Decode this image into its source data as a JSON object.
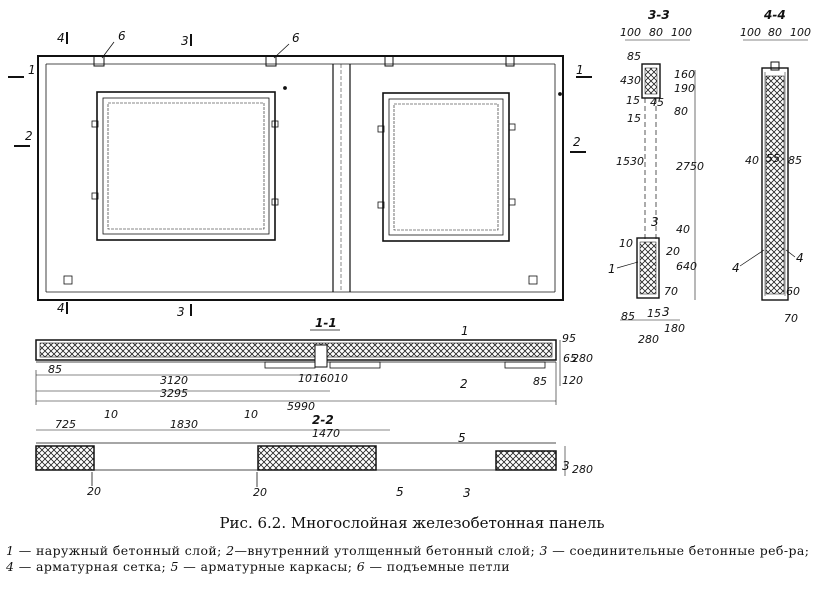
{
  "figure": {
    "caption": "Рис. 6.2. Многослойная железобетонная панель",
    "legend": [
      {
        "num": "1",
        "text": "— наружный бетонный слой;"
      },
      {
        "num": "2",
        "text": "—внутренний утолщенный бетонный слой;"
      },
      {
        "num": "3",
        "text": "— соединительные бетонные реб-ра;"
      },
      {
        "num": "4",
        "text": "— арматурная сетка;"
      },
      {
        "num": "5",
        "text": "— арматурные каркасы;"
      },
      {
        "num": "6",
        "text": "— подъемные петли"
      }
    ]
  },
  "elevation": {
    "cut_marks": [
      "1",
      "1",
      "2",
      "2",
      "3",
      "3",
      "4",
      "4"
    ],
    "loop_labels": [
      "6",
      "6"
    ]
  },
  "section_1_1": {
    "title": "1-1",
    "dims": [
      "85",
      "3120",
      "3295",
      "5990",
      "10",
      "160",
      "10",
      "85",
      "95",
      "65",
      "280",
      "120"
    ],
    "labels": [
      "1",
      "2"
    ]
  },
  "section_2_2": {
    "title": "2-2",
    "dims": [
      "725",
      "10",
      "1830",
      "10",
      "1470",
      "20",
      "20",
      "280"
    ],
    "labels": [
      "5",
      "3",
      "5",
      "3"
    ]
  },
  "section_3_3": {
    "title": "3-3",
    "dims": [
      "100",
      "80",
      "100",
      "85",
      "430",
      "15",
      "45",
      "190",
      "160",
      "80",
      "15",
      "1530",
      "2750",
      "10",
      "40",
      "20",
      "640",
      "70",
      "85",
      "15",
      "180",
      "280"
    ],
    "labels": [
      "3",
      "1",
      "3"
    ]
  },
  "section_4_4": {
    "title": "4-4",
    "dims": [
      "100",
      "80",
      "100",
      "40",
      "55",
      "85",
      "60",
      "70"
    ],
    "labels": [
      "4",
      "4"
    ]
  }
}
